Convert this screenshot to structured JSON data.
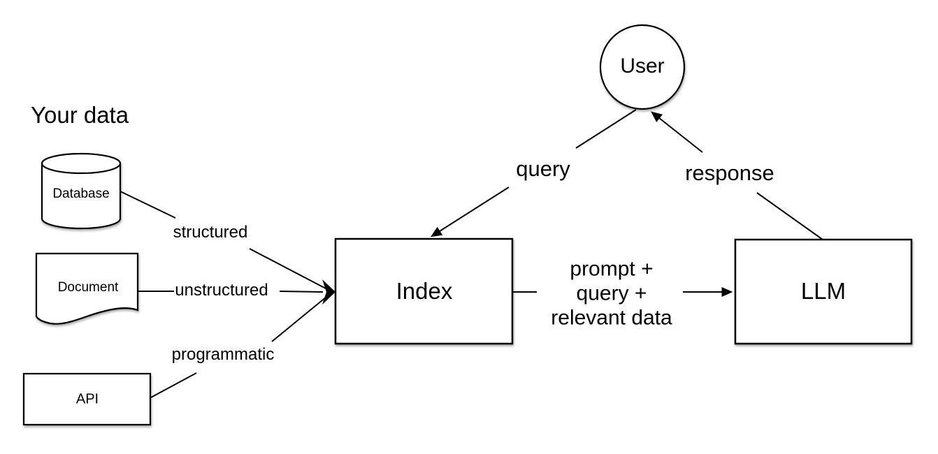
{
  "diagram": {
    "group_title": "Your data",
    "colors": {
      "background": "#ffffff",
      "line": "#000000",
      "text": "#000000",
      "shape_fill": "#ffffff"
    },
    "nodes": {
      "database": {
        "label": "Database",
        "shape": "cylinder"
      },
      "document": {
        "label": "Document",
        "shape": "document"
      },
      "api": {
        "label": "API",
        "shape": "rectangle"
      },
      "index": {
        "label": "Index",
        "shape": "rectangle"
      },
      "llm": {
        "label": "LLM",
        "shape": "rectangle"
      },
      "user": {
        "label": "User",
        "shape": "circle"
      }
    },
    "edges": {
      "structured": {
        "from": "Database",
        "to": "Index",
        "label": "structured"
      },
      "unstructured": {
        "from": "Document",
        "to": "Index",
        "label": "unstructured"
      },
      "programmatic": {
        "from": "API",
        "to": "Index",
        "label": "programmatic"
      },
      "query": {
        "from": "User",
        "to": "Index",
        "label": "query"
      },
      "prompt": {
        "from": "Index",
        "to": "LLM",
        "label": "prompt +\nquery +\nrelevant data"
      },
      "response": {
        "from": "LLM",
        "to": "User",
        "label": "response"
      }
    }
  }
}
